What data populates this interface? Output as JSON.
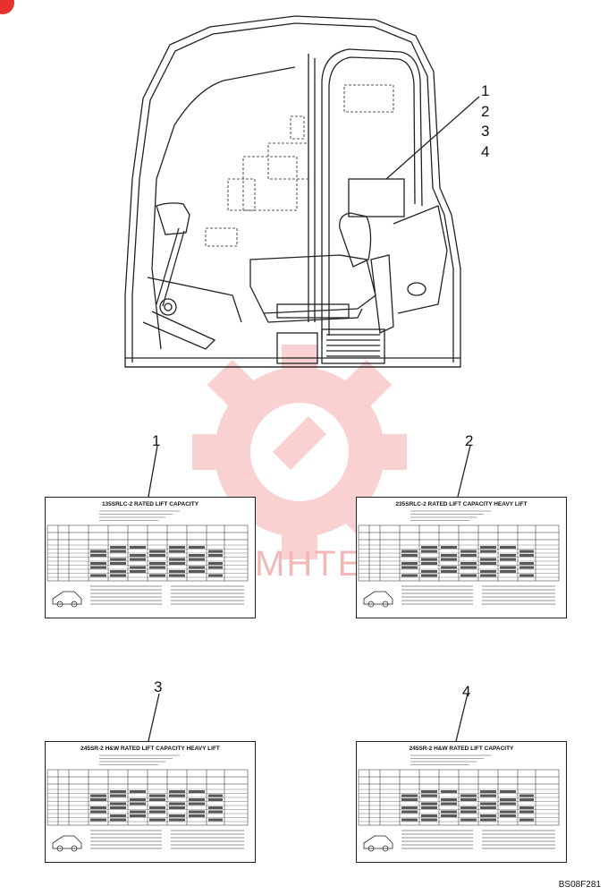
{
  "callouts": {
    "top": [
      "1",
      "2",
      "3",
      "4"
    ],
    "decal_1": "1",
    "decal_2": "2",
    "decal_3": "3",
    "decal_4": "4"
  },
  "decals": [
    {
      "id": "1",
      "title": "135SRLC-2 RATED LIFT CAPACITY"
    },
    {
      "id": "2",
      "title": "235SRLC-2 RATED LIFT CAPACITY HEAVY LIFT"
    },
    {
      "id": "3",
      "title": "245SR-2 H&W RATED LIFT CAPACITY HEAVY LIFT"
    },
    {
      "id": "4",
      "title": "245SR-2 H&W RATED LIFT CAPACITY"
    }
  ],
  "watermark_text": "MHTE",
  "figure_code": "BS08F281",
  "colors": {
    "line": "#222222",
    "watermark": "#e5322d"
  }
}
